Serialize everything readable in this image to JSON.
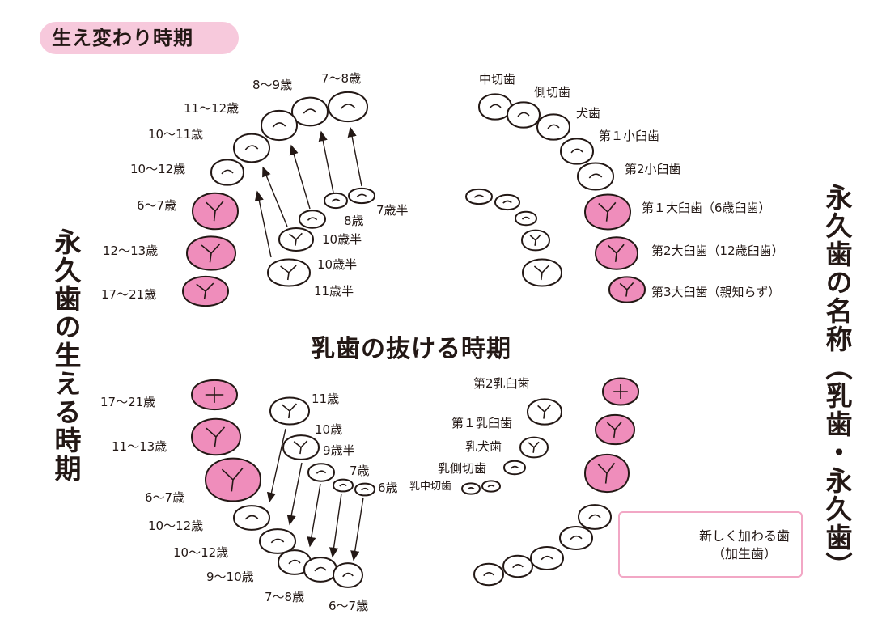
{
  "header_badge": "生え変わり時期",
  "left_vertical_title": "永久歯の生える時期",
  "right_vertical_title": "永久歯の名称（乳歯・永久歯）",
  "center_title": "乳歯の抜ける時期",
  "upper_left_labels": [
    "8〜9歳",
    "7〜8歳",
    "11〜12歳",
    "10〜11歳",
    "10〜12歳",
    "6〜7歳",
    "12〜13歳",
    "17〜21歳"
  ],
  "upper_primary_labels": [
    "7歳半",
    "8歳",
    "10歳半",
    "10歳半",
    "11歳半"
  ],
  "upper_right_names": [
    "中切歯",
    "側切歯",
    "犬歯",
    "第１小臼歯",
    "第2小臼歯",
    "第１大臼歯（6歳臼歯）",
    "第2大臼歯（12歳臼歯）",
    "第3大臼歯（親知らず）"
  ],
  "lower_left_labels": [
    "17〜21歳",
    "11〜13歳",
    "6〜7歳",
    "10〜12歳",
    "10〜12歳",
    "9〜10歳",
    "7〜8歳",
    "6〜7歳"
  ],
  "lower_primary_labels": [
    "11歳",
    "10歳",
    "9歳半",
    "7歳",
    "6歳"
  ],
  "lower_right_names": [
    "第2乳臼歯",
    "第１乳臼歯",
    "乳犬歯",
    "乳側切歯",
    "乳中切歯"
  ],
  "legend": {
    "line1": "新しく加わる歯",
    "line2": "（加生歯）"
  },
  "colors": {
    "added_tooth": "#ef8dbb",
    "badge": "#f7c9dc",
    "legend_border": "#f2a7c5",
    "outline": "#231815"
  }
}
